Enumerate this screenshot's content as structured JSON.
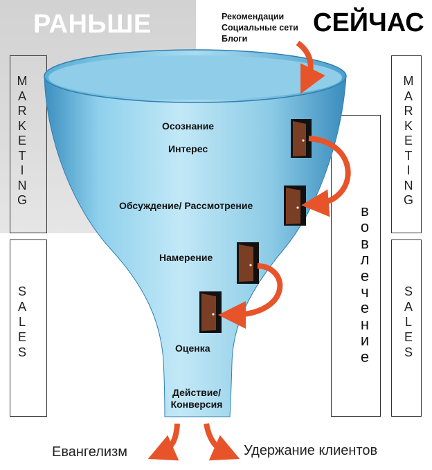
{
  "titles": {
    "before": "РАНЬШЕ",
    "now": "СЕЙЧАС"
  },
  "sources": [
    "Рекомендации",
    "Социальные сети",
    "Блоги"
  ],
  "side_labels": {
    "marketing": [
      "M",
      "A",
      "R",
      "K",
      "E",
      "T",
      "I",
      "N",
      "G"
    ],
    "sales": [
      "S",
      "A",
      "L",
      "E",
      "S"
    ]
  },
  "stages": {
    "awareness": "Осознание",
    "interest": "Интерес",
    "consideration": "Обсуждение/ Рассмотрение",
    "intent": "Намерение",
    "evaluation": "Оценка",
    "action_line1": "Действие/",
    "action_line2": "Конверсия"
  },
  "engagement": [
    "в",
    "о",
    "в",
    "л",
    "е",
    "ч",
    "е",
    "н",
    "и",
    "е"
  ],
  "outcomes": {
    "left": "Евангелизм",
    "right": "Удержание клиентов"
  },
  "colors": {
    "arrow": "#e8542a",
    "funnel_light": "#bfe4f4",
    "funnel_mid": "#7cc3e3",
    "funnel_dark": "#2f7fb0",
    "door": "#7a3e24",
    "door_frame": "#111111"
  }
}
